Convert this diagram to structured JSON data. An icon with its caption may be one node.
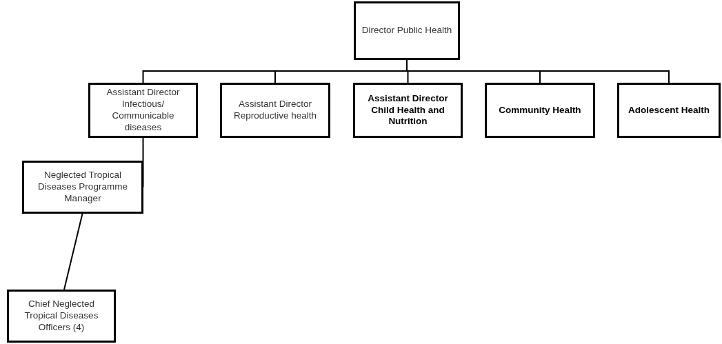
{
  "diagram": {
    "nodes": [
      {
        "text": [
          "Director Public Health"
        ]
      },
      {
        "text": [
          "Assistant Director Infectious/ Communicable diseases"
        ]
      },
      {
        "text": [
          "Assistant Director Reproductive health"
        ]
      },
      {
        "text": [
          "Assistant Director Child Health and Nutrition"
        ]
      },
      {
        "text": [
          "Community Health"
        ]
      },
      {
        "text": [
          "Adolescent Health"
        ]
      },
      {
        "text": [
          "Neglected Tropical Diseases Programme Manager"
        ]
      },
      {
        "text": [
          "Chief Neglected Tropical Diseases Officers (4)"
        ]
      }
    ],
    "edges": [
      {
        "from": 0,
        "to": 1,
        "arrow": "none"
      },
      {
        "from": 0,
        "to": 2,
        "arrow": "none"
      },
      {
        "from": 0,
        "to": 3,
        "arrow": "none"
      },
      {
        "from": 0,
        "to": 4,
        "arrow": "none"
      },
      {
        "from": 0,
        "to": 5,
        "arrow": "none"
      },
      {
        "from": 1,
        "to": 6,
        "arrow": "none"
      },
      {
        "from": 6,
        "to": 7,
        "arrow": "none"
      }
    ]
  }
}
